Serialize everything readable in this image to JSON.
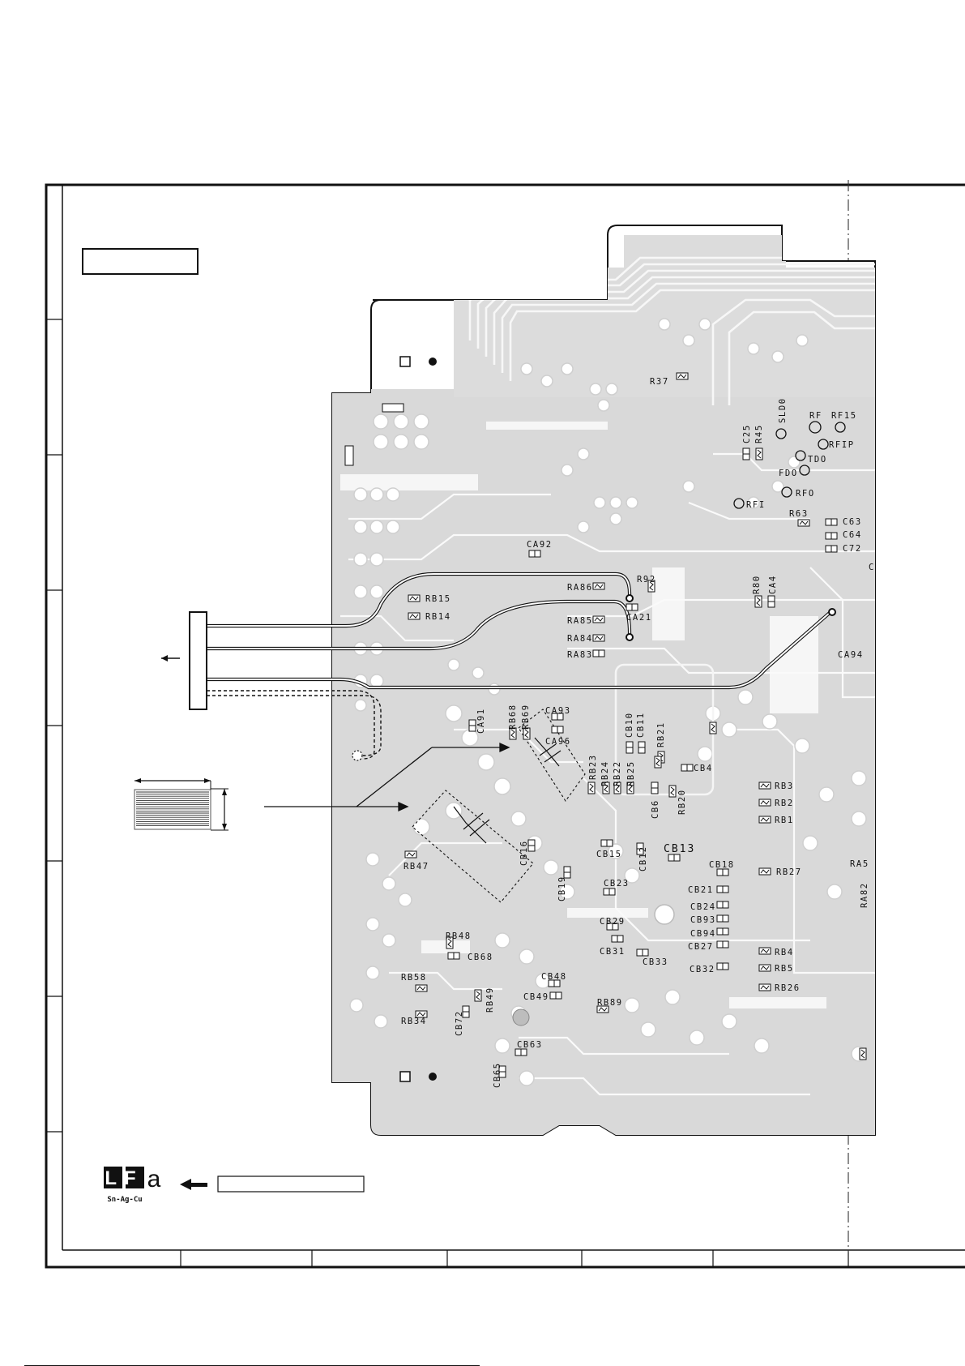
{
  "frame": {
    "label_box_text": "",
    "note_box_text": ""
  },
  "pb_logo": {
    "letters": "LF",
    "letter_a": "a",
    "sub": "Sn-Ag-Cu"
  },
  "labels": [
    {
      "id": "R37",
      "t": "R37"
    },
    {
      "id": "SLD0",
      "t": "SLD0"
    },
    {
      "id": "RF",
      "t": "RF"
    },
    {
      "id": "RF15",
      "t": "RF15"
    },
    {
      "id": "RFIP",
      "t": "RFIP"
    },
    {
      "id": "TDO",
      "t": "TDO"
    },
    {
      "id": "FDO",
      "t": "FDO"
    },
    {
      "id": "RFO",
      "t": "RFO"
    },
    {
      "id": "RFI",
      "t": "RFI"
    },
    {
      "id": "C25",
      "t": "C25"
    },
    {
      "id": "R45",
      "t": "R45"
    },
    {
      "id": "R63",
      "t": "R63"
    },
    {
      "id": "C63",
      "t": "C63"
    },
    {
      "id": "C64",
      "t": "C64"
    },
    {
      "id": "C72",
      "t": "C72"
    },
    {
      "id": "CA92",
      "t": "CA92"
    },
    {
      "id": "R92",
      "t": "R92"
    },
    {
      "id": "RA86",
      "t": "RA86"
    },
    {
      "id": "CA21",
      "t": "CA21"
    },
    {
      "id": "RA85",
      "t": "RA85"
    },
    {
      "id": "RA84",
      "t": "RA84"
    },
    {
      "id": "RA83",
      "t": "RA83"
    },
    {
      "id": "R80",
      "t": "R80"
    },
    {
      "id": "CA4",
      "t": "CA4"
    },
    {
      "id": "CA94",
      "t": "CA94"
    },
    {
      "id": "RB15",
      "t": "RB15"
    },
    {
      "id": "RB14",
      "t": "RB14"
    },
    {
      "id": "CA91",
      "t": "CA91"
    },
    {
      "id": "RB68",
      "t": "RB68"
    },
    {
      "id": "RB69",
      "t": "RB69"
    },
    {
      "id": "CA93",
      "t": "CA93"
    },
    {
      "id": "CA96",
      "t": "CA96"
    },
    {
      "id": "CB10",
      "t": "CB10"
    },
    {
      "id": "CB11",
      "t": "CB11"
    },
    {
      "id": "RB21",
      "t": "RB21"
    },
    {
      "id": "RB23",
      "t": "RB23"
    },
    {
      "id": "RB24",
      "t": "RB24"
    },
    {
      "id": "RB22",
      "t": "RB22"
    },
    {
      "id": "RB25",
      "t": "RB25"
    },
    {
      "id": "CB4",
      "t": "CB4"
    },
    {
      "id": "CB6",
      "t": "CB6"
    },
    {
      "id": "RB20",
      "t": "RB20"
    },
    {
      "id": "RB3",
      "t": "RB3"
    },
    {
      "id": "RB2",
      "t": "RB2"
    },
    {
      "id": "RB1",
      "t": "RB1"
    },
    {
      "id": "RB47",
      "t": "RB47"
    },
    {
      "id": "CB16",
      "t": "CB16"
    },
    {
      "id": "CB15",
      "t": "CB15"
    },
    {
      "id": "CB12",
      "t": "CB12"
    },
    {
      "id": "CB13",
      "t": "CB13"
    },
    {
      "id": "CB18",
      "t": "CB18"
    },
    {
      "id": "RB27",
      "t": "RB27"
    },
    {
      "id": "RA5",
      "t": "RA5"
    },
    {
      "id": "RA82",
      "t": "RA82"
    },
    {
      "id": "CB19",
      "t": "CB19"
    },
    {
      "id": "CB23",
      "t": "CB23"
    },
    {
      "id": "CB21",
      "t": "CB21"
    },
    {
      "id": "CB24",
      "t": "CB24"
    },
    {
      "id": "CB93",
      "t": "CB93"
    },
    {
      "id": "CB94",
      "t": "CB94"
    },
    {
      "id": "CB27",
      "t": "CB27"
    },
    {
      "id": "CB29",
      "t": "CB29"
    },
    {
      "id": "CB31",
      "t": "CB31"
    },
    {
      "id": "CB33",
      "t": "CB33"
    },
    {
      "id": "CB32",
      "t": "CB32"
    },
    {
      "id": "RB4",
      "t": "RB4"
    },
    {
      "id": "RB5",
      "t": "RB5"
    },
    {
      "id": "RB26",
      "t": "RB26"
    },
    {
      "id": "RB48",
      "t": "RB48"
    },
    {
      "id": "CB68",
      "t": "CB68"
    },
    {
      "id": "RB58",
      "t": "RB58"
    },
    {
      "id": "RB34",
      "t": "RB34"
    },
    {
      "id": "RB49",
      "t": "RB49"
    },
    {
      "id": "CB72",
      "t": "CB72"
    },
    {
      "id": "CB48",
      "t": "CB48"
    },
    {
      "id": "CB49",
      "t": "CB49"
    },
    {
      "id": "RB89",
      "t": "RB89"
    },
    {
      "id": "CB63",
      "t": "CB63"
    },
    {
      "id": "CB65",
      "t": "CB65"
    },
    {
      "id": "C_edge",
      "t": "C"
    }
  ]
}
